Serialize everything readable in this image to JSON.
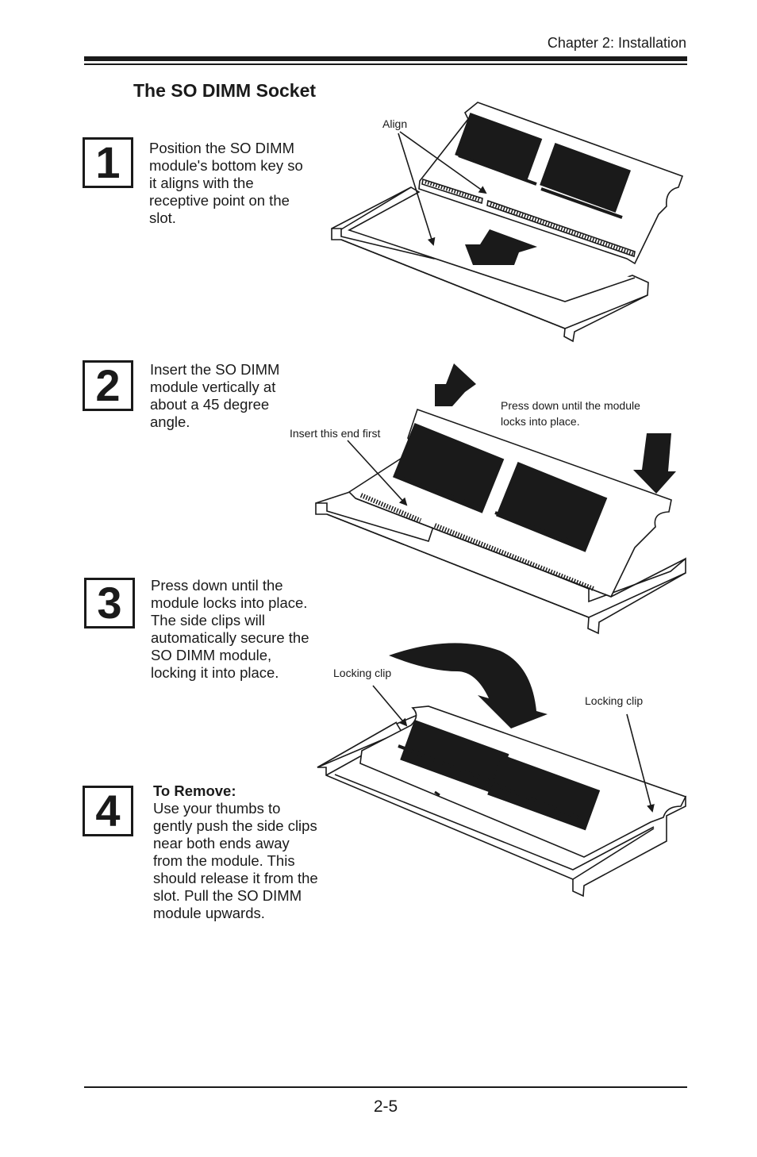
{
  "header": {
    "chapter": "Chapter 2: Installation"
  },
  "section": {
    "title": "The SO DIMM Socket"
  },
  "steps": [
    {
      "number": "1",
      "text": "Position the SO DIMM module's bottom key so it aligns with the receptive point on the slot."
    },
    {
      "number": "2",
      "text": "Insert the SO DIMM module vertically at about a 45 degree angle."
    },
    {
      "number": "3",
      "text": "Press down until the module locks into place. The side clips will automatically secure the SO DIMM module, locking it into place."
    },
    {
      "number": "4",
      "heading": "To Remove:",
      "text": "Use your thumbs to gently push the side clips near both ends away from the module. This should release it from the slot. Pull the SO DIMM module upwards."
    }
  ],
  "labels": {
    "align": "Align",
    "press_down": "Press down until the module locks into place.",
    "insert_end": "Insert this end first",
    "locking_clip_left": "Locking clip",
    "locking_clip_right": "Locking clip"
  },
  "footer": {
    "page": "2-5"
  }
}
